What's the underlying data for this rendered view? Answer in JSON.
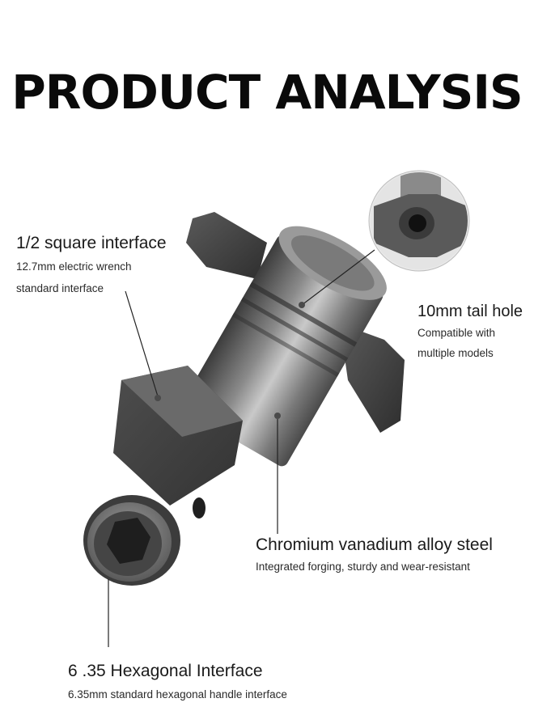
{
  "title": "PRODUCT ANALYSIS",
  "callouts": {
    "square": {
      "heading": "1/2 square interface",
      "desc_line1": "12.7mm electric wrench",
      "desc_line2": "standard interface"
    },
    "tail": {
      "heading": "10mm tail hole",
      "desc_line1": "Compatible with",
      "desc_line2": "multiple models"
    },
    "steel": {
      "heading": "Chromium vanadium alloy steel",
      "desc_line1": "Integrated forging, sturdy and wear-resistant"
    },
    "hex": {
      "heading": "6 .35 Hexagonal Interface",
      "desc_line1": "6.35mm standard hexagonal handle interface"
    }
  },
  "colors": {
    "metal_dark": "#3a3a3a",
    "metal_mid": "#6e6e6e",
    "metal_light": "#b5b5b5",
    "leader": "#222222"
  }
}
